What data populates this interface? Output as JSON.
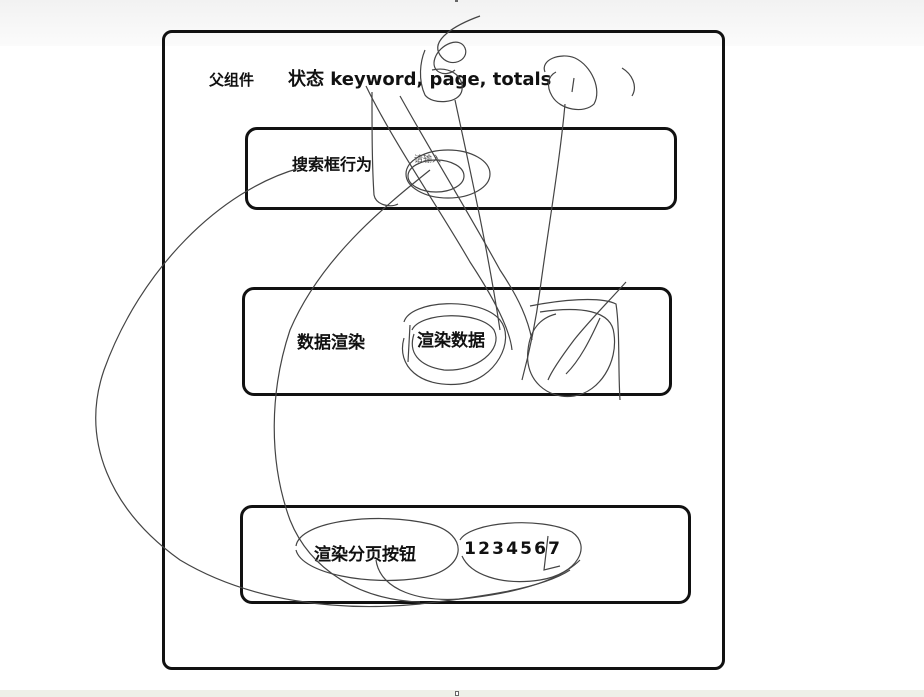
{
  "parent": {
    "label": "父组件",
    "state": "状态 keyword, page, totals"
  },
  "search_box": {
    "label": "搜索框行为",
    "input_hint": "请输入"
  },
  "data_render": {
    "label": "数据渲染",
    "content": "渲染数据"
  },
  "pager": {
    "label": "渲染分页按钮",
    "pages": [
      "1",
      "2",
      "3",
      "4",
      "5",
      "6",
      "7"
    ]
  }
}
